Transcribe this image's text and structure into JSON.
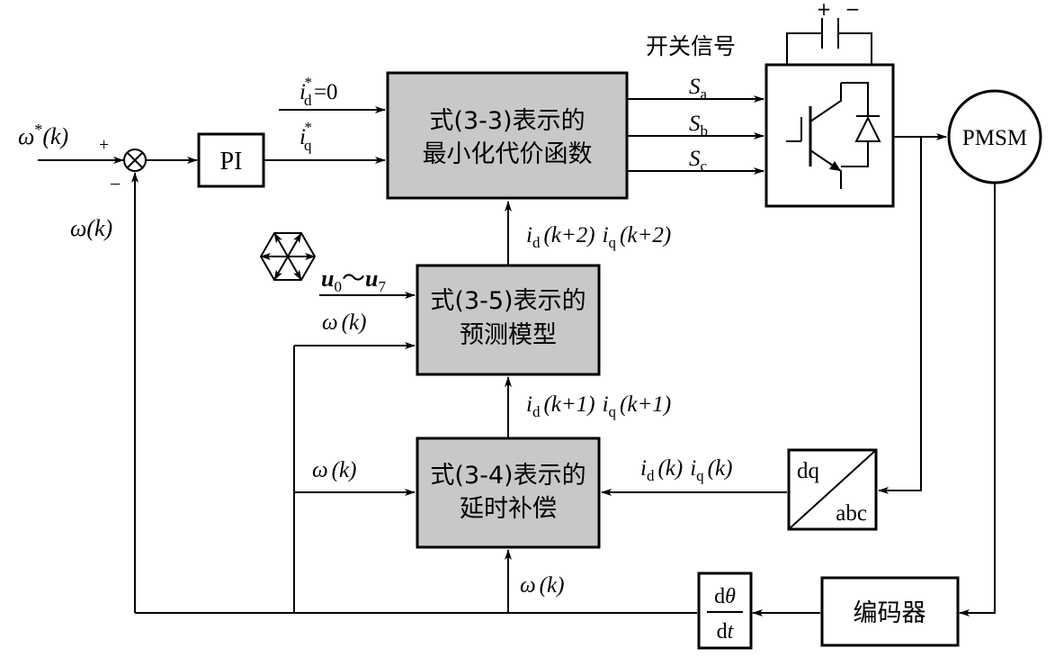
{
  "blocks": {
    "pi": "PI",
    "cost_function": {
      "line1": "式(3-3)表示的",
      "line2": "最小化代价函数"
    },
    "prediction_model": {
      "line1": "式(3-5)表示的",
      "line2": "预测模型"
    },
    "delay_compensation": {
      "line1": "式(3-4)表示的",
      "line2": "延时补偿"
    },
    "motor": "PMSM",
    "encoder": "编码器",
    "transform": {
      "top": "dq",
      "bottom": "abc"
    },
    "derivative": {
      "numerator_d": "d",
      "numerator_var": "θ",
      "denominator_d": "d",
      "denominator_var": "t"
    }
  },
  "signals": {
    "switching_signals": "开关信号",
    "sa": {
      "base": "S",
      "sub": "a"
    },
    "sb": {
      "base": "S",
      "sub": "b"
    },
    "sc": {
      "base": "S",
      "sub": "c"
    },
    "speed_ref": {
      "base": "ω",
      "sup": "*",
      "arg": "(k)"
    },
    "plus": "+",
    "minus": "−",
    "cap_plus": "+",
    "cap_minus": "−",
    "speed_feedback": "ω(k)",
    "id_ref": {
      "base": "i",
      "sub": "d",
      "sup": "*",
      "rest": "=0"
    },
    "iq_ref": {
      "base": "i",
      "sub": "q",
      "sup": "*"
    },
    "voltage_vectors": {
      "u": "u",
      "sub0": "0",
      "tilde": "～",
      "sub7": "7"
    },
    "current_k2": {
      "i": "i",
      "d": "d",
      "q": "q",
      "arg": "(k+2)"
    },
    "current_k1": {
      "i": "i",
      "d": "d",
      "q": "q",
      "arg": "(k+1)"
    },
    "current_k": {
      "i": "i",
      "d": "d",
      "q": "q",
      "arg": "(k)"
    },
    "omega_k": {
      "w": "ω",
      "arg": "(k)"
    }
  }
}
